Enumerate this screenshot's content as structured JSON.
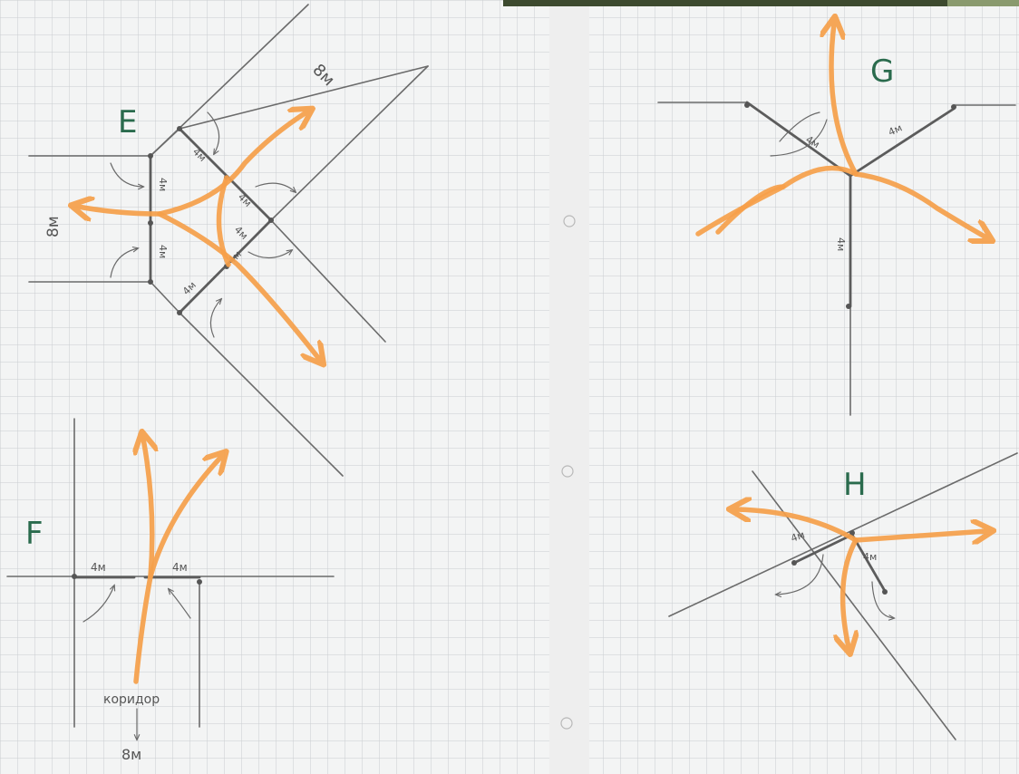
{
  "diagrams": [
    {
      "letter": "E",
      "labels": [
        "8м",
        "8м",
        "4м",
        "4м",
        "4м",
        "4м",
        "4м",
        "4м",
        "4м"
      ]
    },
    {
      "letter": "F",
      "labels": [
        "4м",
        "4м",
        "коридор",
        "8м"
      ]
    },
    {
      "letter": "G",
      "labels": [
        "4м",
        "4м",
        "4м"
      ]
    },
    {
      "letter": "H",
      "labels": [
        "4м",
        "4м"
      ]
    }
  ],
  "colors": {
    "paper": "#f3f4f4",
    "grid": "#c9cdd0",
    "pencil": "#6b6b6b",
    "route_marker": "#f6a04a",
    "letter_ink": "#2a6b4d"
  }
}
